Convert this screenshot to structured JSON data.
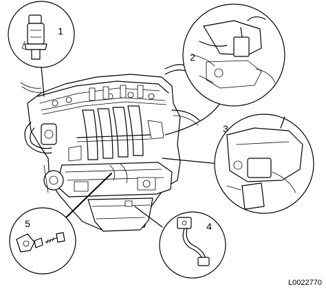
{
  "figure": {
    "reference_code": "L0022770",
    "callouts": [
      {
        "number": "1"
      },
      {
        "number": "2"
      },
      {
        "number": "3"
      },
      {
        "number": "4"
      },
      {
        "number": "5"
      }
    ]
  }
}
